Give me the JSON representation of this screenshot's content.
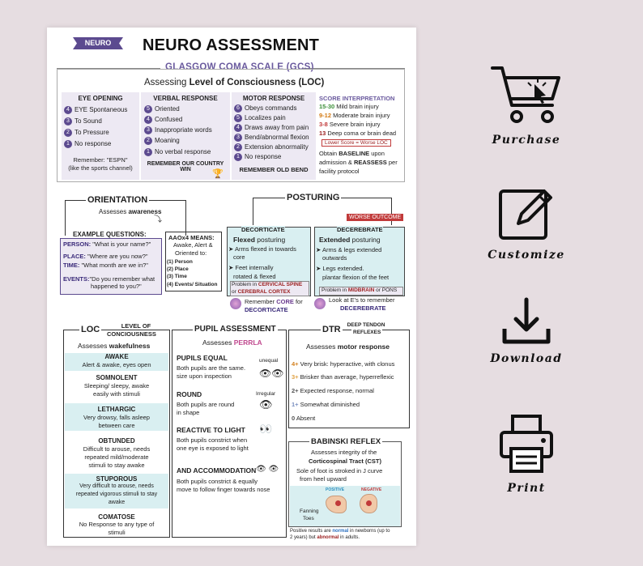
{
  "header": {
    "tag": "NEURO",
    "title": "NEURO ASSESSMENT"
  },
  "gcs": {
    "title": "GLASGOW COMA SCALE (GCS)",
    "subtitle_pre": "Assessing ",
    "subtitle_bold": "Level of Consciousness (LOC)",
    "eye": {
      "heading": "EYE OPENING",
      "items": [
        {
          "n": "4",
          "label": "EYE Spontaneous"
        },
        {
          "n": "3",
          "label": "To Sound"
        },
        {
          "n": "2",
          "label": "To Pressure"
        },
        {
          "n": "1",
          "label": "No response"
        }
      ],
      "note1": "Remember: \"ESPN\"",
      "note2": "(like the sports channel)"
    },
    "verbal": {
      "heading": "VERBAL RESPONSE",
      "items": [
        {
          "n": "5",
          "label": "Oriented"
        },
        {
          "n": "4",
          "label": "Confused"
        },
        {
          "n": "3",
          "label": "Inappropriate words"
        },
        {
          "n": "2",
          "label": "Moaning"
        },
        {
          "n": "1",
          "label": "No verbal response"
        }
      ],
      "note": "REMEMBER OUR COUNTRY WIN"
    },
    "motor": {
      "heading": "MOTOR  RESPONSE",
      "items": [
        {
          "n": "6",
          "label": "Obeys commands"
        },
        {
          "n": "5",
          "label": "Localizes pain"
        },
        {
          "n": "4",
          "label": "Draws away from pain"
        },
        {
          "n": "3",
          "label": "Bend/abnormal flexion"
        },
        {
          "n": "2",
          "label": "Extension abnormality"
        },
        {
          "n": "1",
          "label": "No response"
        }
      ],
      "note": "REMEMBER OLD BEND"
    },
    "score": {
      "heading": "SCORE INTERPRETATION",
      "r1": "15-30",
      "r1t": " Mild brain injury",
      "r2": "9-12",
      "r2t": " Moderate brain injury",
      "r3": "3-8",
      "r3t": " Severe brain injury",
      "r4": "13",
      "r4t": " Deep coma or brain dead",
      "lower": "Lower Score = Worse LOC",
      "b1": "Obtain ",
      "b2": "BASELINE",
      "b3": " upon",
      "b4": "admission & ",
      "b5": "REASSESS",
      "b6": " per",
      "b7": "facility protocol"
    }
  },
  "orientation": {
    "title": "ORIENTATION",
    "assess_pre": "Assesses ",
    "assess_bold": "awareness",
    "ex_title": "EXAMPLE QUESTIONS:",
    "q1k": "PERSON:",
    "q1v": " \"What is your name?\"",
    "q2k": "PLACE:",
    "q2v": " \"Where are you now?\"",
    "q3k": "TIME:",
    "q3v": " \"What month are we in?\"",
    "q4k": "EVENTS:",
    "q4v": "\"Do you remember what",
    "q4v2": "happened to you?\"",
    "aao_title": "AAOx4 MEANS:",
    "aao1": "Awake, Alert &",
    "aao2": "Oriented to:",
    "aao3": "(1) Person",
    "aao4": "(2) Place",
    "aao5": "(3) Time",
    "aao6": "(4) Events/ Situation"
  },
  "posturing": {
    "title": "POSTURING",
    "worse": "WORSE OUTCOME",
    "dec_title": "DECORTICATE",
    "dec_sub1": "Flexed",
    "dec_sub2": " posturing",
    "dec1": "Arms flexed in towards",
    "dec1b": "core",
    "dec2": "Feet internally",
    "dec2b": "rotated & flexed",
    "dec_prob1": "Problem in ",
    "dec_prob2": "CERVICAL SPINE",
    "dec_prob3": "or ",
    "dec_prob4": "CEREBRAL CORTEX",
    "dec_mem1": "Remember ",
    "dec_mem2": "CORE",
    "dec_mem3": " for",
    "dec_mem4": "DECORTICATE",
    "cer_title": "DECEREBRATE",
    "cer_sub1": "Extended",
    "cer_sub2": " posturing",
    "cer1": "Arms & legs extended",
    "cer1b": "outwards",
    "cer2": "Legs extended.",
    "cer2b": "plantar flexion of the feet",
    "cer_prob1": "Problem in ",
    "cer_prob2": "MIDBRAIN",
    "cer_prob3": " or PONS",
    "cer_mem1": "Look at E's to remember",
    "cer_mem2": "DECEREBRATE"
  },
  "loc": {
    "title": "LOC",
    "title2a": "LEVEL OF",
    "title2b": "CONCIOUSNESS",
    "assess_pre": "Assesses ",
    "assess_bold": "wakefulness",
    "levels": [
      {
        "name": "AWAKE",
        "l1": "Alert & awake, eyes open",
        "l2": "",
        "l3": ""
      },
      {
        "name": "SOMNOLENT",
        "l1": "Sleeping/ sleepy, awake",
        "l2": "easily with stimuli",
        "l3": ""
      },
      {
        "name": "LETHARGIC",
        "l1": "Very drowsy, falls asleep",
        "l2": "between care",
        "l3": ""
      },
      {
        "name": "OBTUNDED",
        "l1": "Difficult to arouse, needs",
        "l2": "repeated mild/moderate",
        "l3": "stimuli to stay awake"
      },
      {
        "name": "STUPOROUS",
        "l1": "Very difficult to arouse, needs",
        "l2": "repeated vigorous stimuli to stay",
        "l3": "awake"
      },
      {
        "name": "COMATOSE",
        "l1": "No Response to any type of",
        "l2": "stimuli",
        "l3": ""
      }
    ]
  },
  "pupil": {
    "title": "PUPIL ASSESSMENT",
    "assess_pre": "Assesses ",
    "assess_bold": "PERRLA",
    "p1": "PUPILS EQUAL",
    "p1a": "Both pupils are the same.",
    "p1b": "size upon inspection",
    "p1tag": "unequal",
    "p2": "ROUND",
    "p2a": "Both pupils are round",
    "p2b": "in shape",
    "p2tag": "Irregular",
    "p3": "REACTIVE  TO  LIGHT",
    "p3a": "Both pupils constrict when",
    "p3b": "one eye is exposed to light",
    "p4": "AND ACCOMMODATION",
    "p4a": "Both pupils constrict & equally",
    "p4b": "move to follow finger towards nose"
  },
  "dtr": {
    "title": "DTR",
    "title2a": "DEEP TENDON",
    "title2b": "REFLEXES",
    "assess_pre": "Assesses ",
    "assess_bold": "motor response",
    "items": [
      {
        "k": "4+",
        "v": "Very brisk: hyperactive, with clonus"
      },
      {
        "k": "3+",
        "v": "Brisker than average, hyperreflexic"
      },
      {
        "k": "2+",
        "v": "Expected response, normal"
      },
      {
        "k": "1+",
        "v": "Somewhat diminished"
      },
      {
        "k": "0",
        "v": "Absent"
      }
    ]
  },
  "babinski": {
    "title": "BABINSKI REFLEX",
    "l1": "Assesses integrity of the",
    "l2": "Corticospinal Tract (CST)",
    "l3": "Sole of foot is stroked in J curve",
    "l4": "from heel upward",
    "pos": "POSITIVE",
    "neg": "NEGATIVE",
    "fan1": "Fanning",
    "fan2": "Toes",
    "f1": "Positive results are ",
    "f2": "normal",
    "f3": " in newborns (up to",
    "f4": "2 years) but ",
    "f5": "abnormal",
    "f6": " in adults."
  },
  "actions": {
    "purchase": "Purchase",
    "customize": "Customize",
    "download": "Download",
    "print": "Print"
  }
}
